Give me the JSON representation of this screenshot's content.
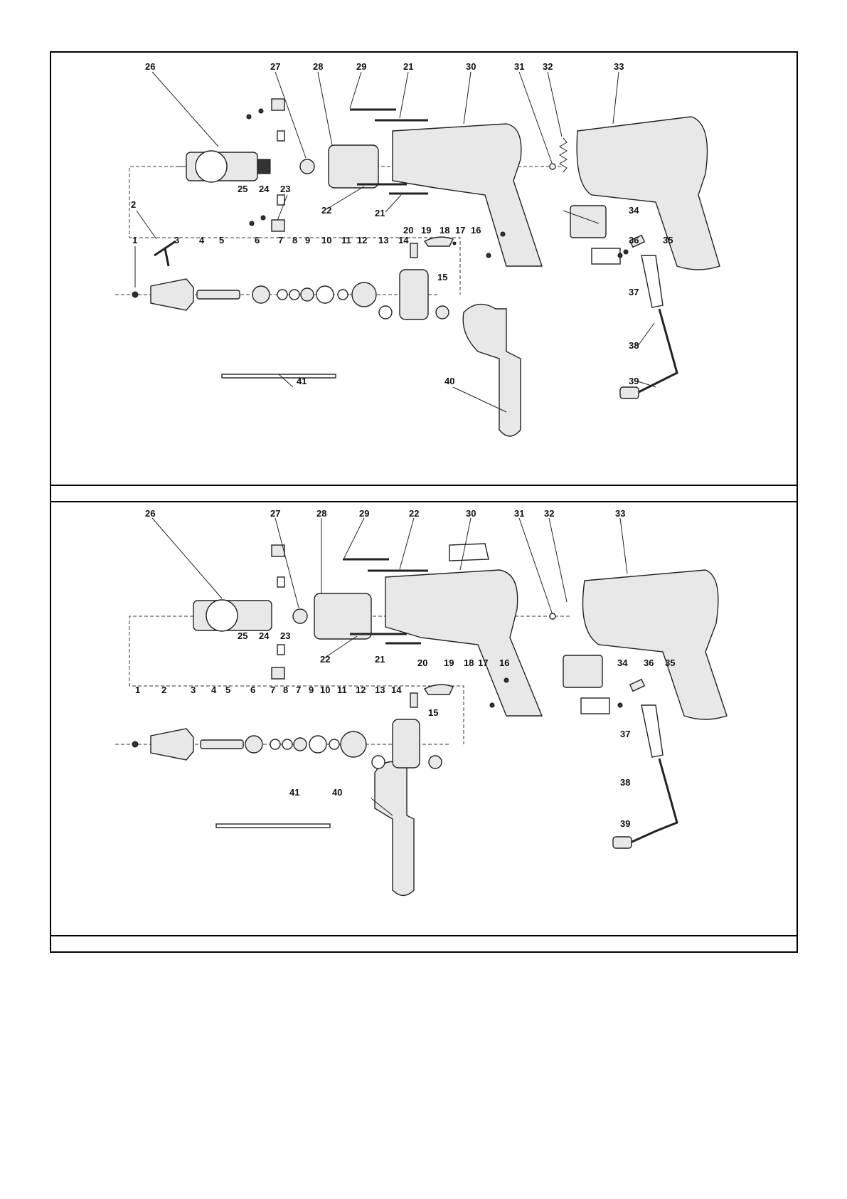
{
  "diagrams": [
    {
      "id": "top",
      "labels": [
        "1",
        "2",
        "3",
        "4",
        "5",
        "6",
        "7",
        "8",
        "9",
        "10",
        "11",
        "12",
        "13",
        "14",
        "15",
        "16",
        "17",
        "18",
        "19",
        "20",
        "21",
        "21",
        "22",
        "23",
        "24",
        "25",
        "26",
        "27",
        "28",
        "29",
        "30",
        "31",
        "32",
        "33",
        "34",
        "35",
        "36",
        "37",
        "38",
        "39",
        "40",
        "41"
      ]
    },
    {
      "id": "bottom",
      "labels": [
        "1",
        "2",
        "3",
        "4",
        "5",
        "6",
        "7",
        "8",
        "7",
        "9",
        "10",
        "11",
        "12",
        "13",
        "14",
        "15",
        "16",
        "17",
        "18",
        "19",
        "20",
        "21",
        "22",
        "22",
        "23",
        "24",
        "25",
        "26",
        "27",
        "28",
        "29",
        "30",
        "31",
        "32",
        "33",
        "34",
        "35",
        "36",
        "37",
        "38",
        "39",
        "40",
        "41"
      ]
    }
  ],
  "colors": {
    "line": "#222222",
    "fill": "#e8e8e8",
    "dark": "#333333"
  }
}
